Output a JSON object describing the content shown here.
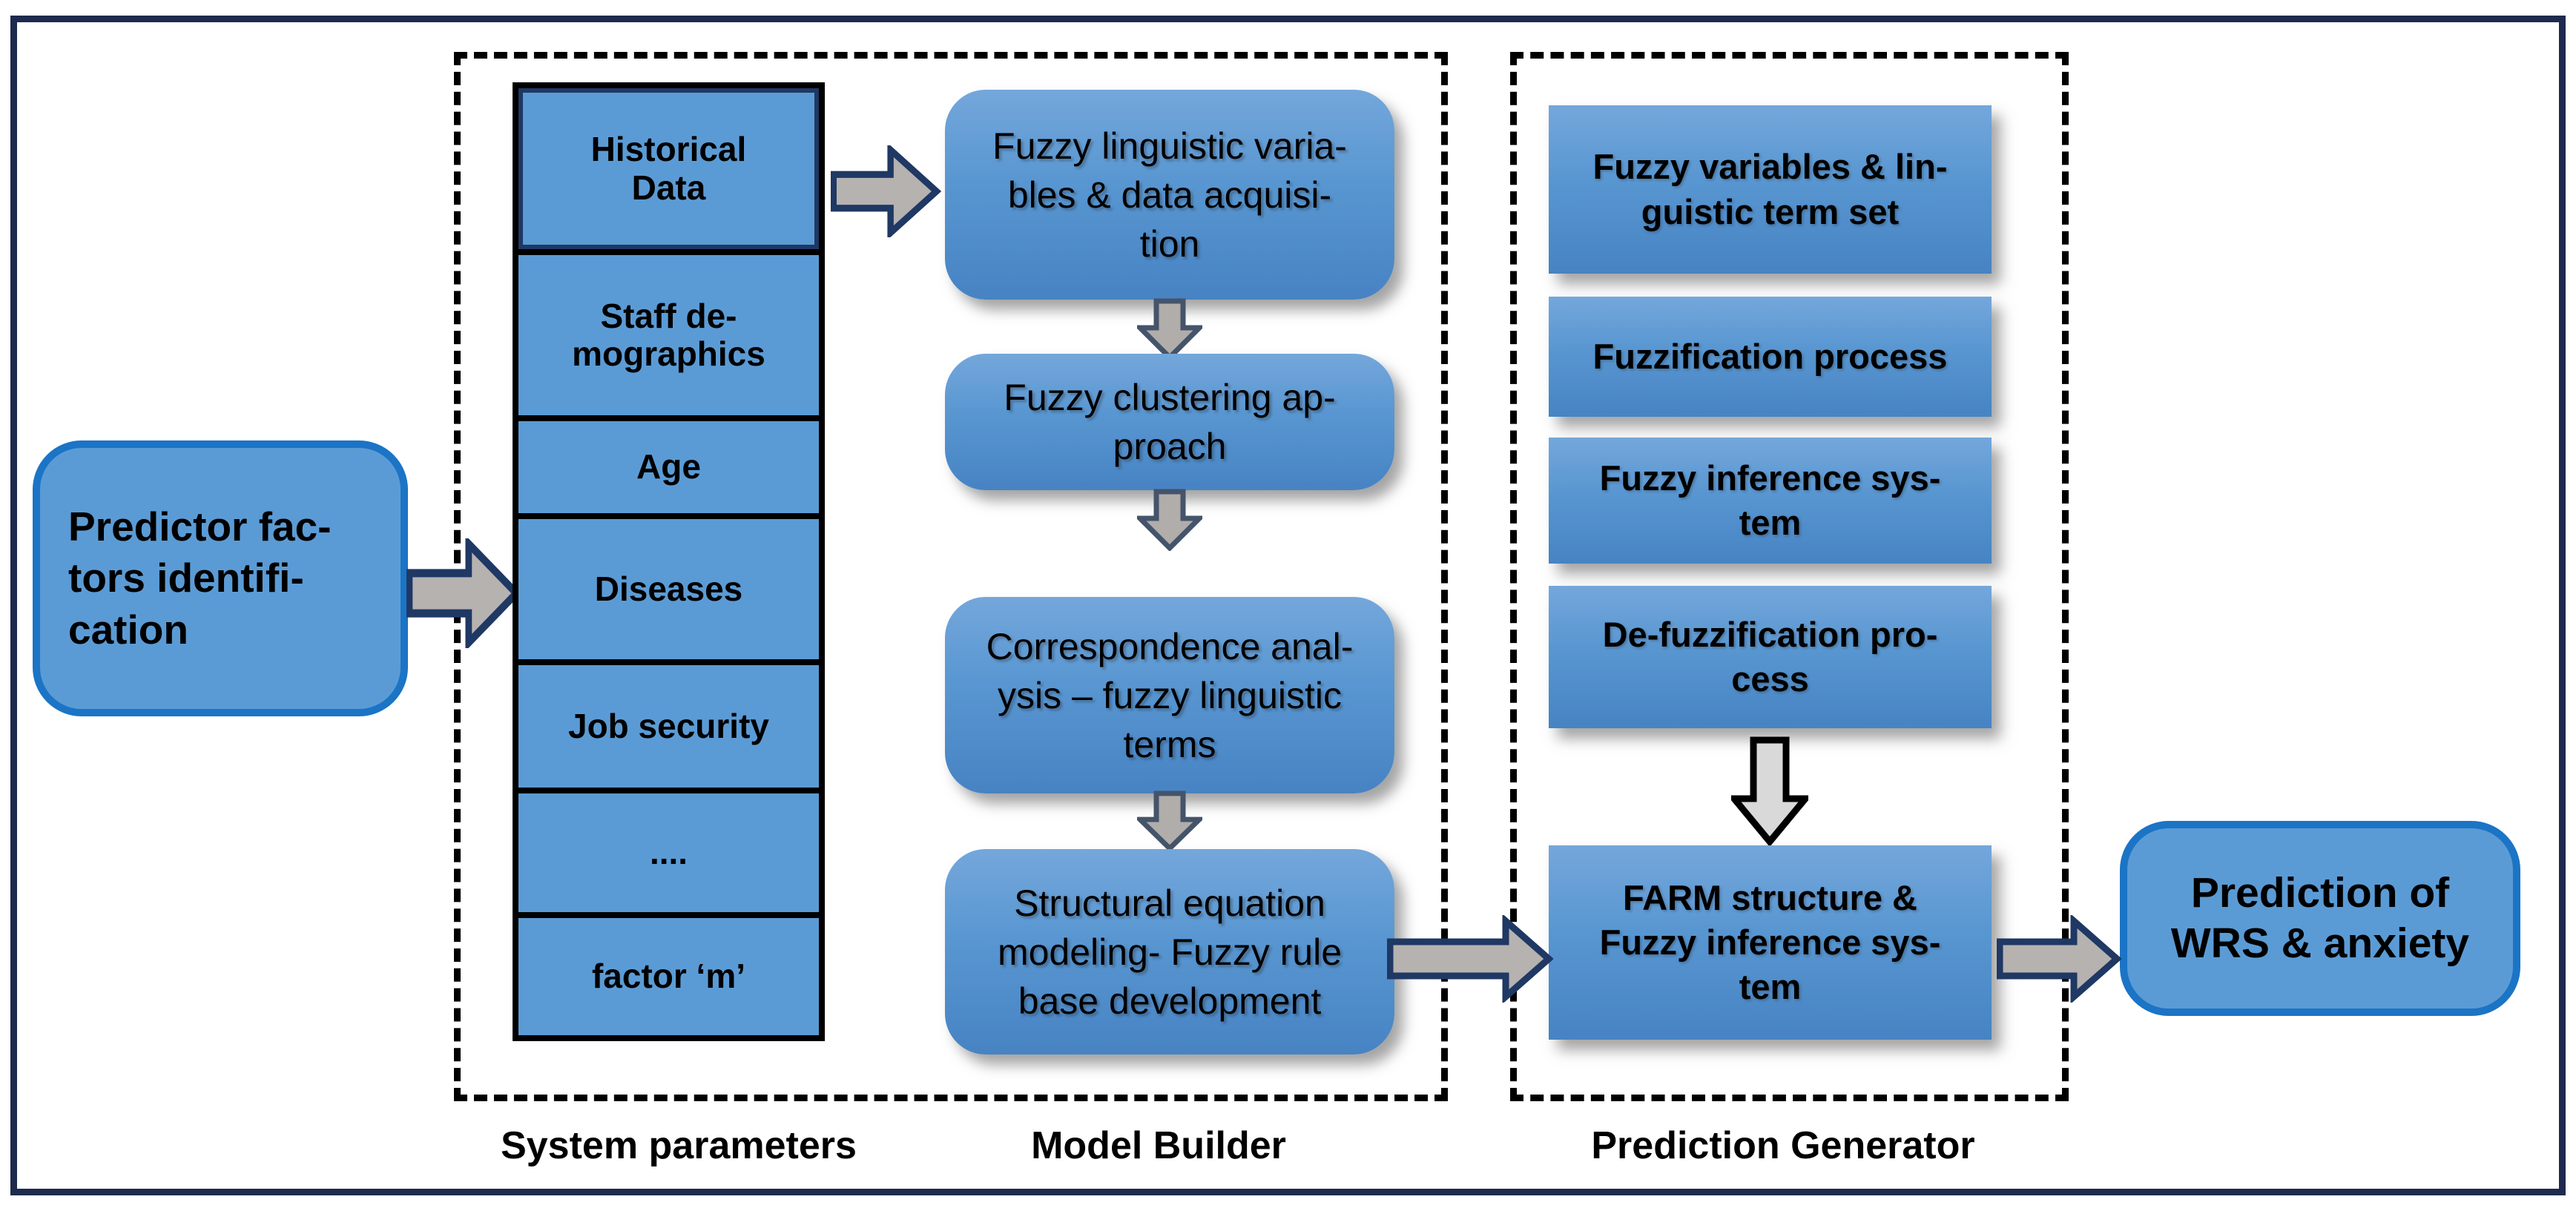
{
  "diagram": {
    "input_box": {
      "label": "Predictor fac-\ntors  identifi-\ncation"
    },
    "system_parameters": {
      "title": "System parameters",
      "items": [
        "Historical\nData",
        "Staff de-\nmographics",
        "Age",
        "Diseases",
        "Job security",
        "....",
        "factor ‘m’"
      ]
    },
    "model_builder": {
      "title": "Model Builder",
      "steps": [
        "Fuzzy linguistic varia-\nbles & data acquisi-\ntion",
        "Fuzzy clustering ap-\nproach",
        "Correspondence anal-\nysis – fuzzy linguistic\nterms",
        "Structural equation\nmodeling- Fuzzy rule\nbase development"
      ]
    },
    "prediction_generator": {
      "title": "Prediction Generator",
      "steps": [
        "Fuzzy variables & lin-\nguistic term set",
        "Fuzzification process",
        "Fuzzy inference sys-\ntem",
        "De-fuzzification pro-\ncess",
        "FARM structure &\nFuzzy inference sys-\ntem"
      ]
    },
    "output_box": {
      "label": "Prediction of\nWRS & anxiety"
    },
    "colors": {
      "frame_navy": "#1e2b4e",
      "box_blue_flat": "#5b9bd5",
      "box_gradient_top": "#74a7db",
      "box_gradient_bottom": "#4783c3",
      "terminal_border_blue": "#1b74c5",
      "arrow_gray": "#b5b2b0",
      "arrow_light_gray": "#d9d9d9",
      "arrow_outline_navy": "#1f3864",
      "arrow_outline_slate": "#44546a",
      "dashed_border": "#000000",
      "text": "#000000"
    }
  }
}
